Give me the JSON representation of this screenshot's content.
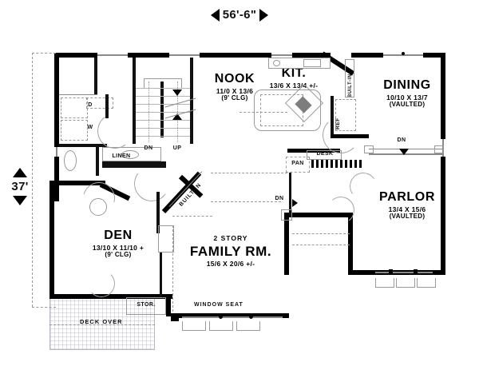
{
  "plan": {
    "overall_width": "56'-6\"",
    "overall_depth": "37'",
    "rooms": [
      {
        "key": "nook",
        "name": "NOOK",
        "dims": "11/0  X  13/6",
        "note": "(9'  CLG)"
      },
      {
        "key": "kit",
        "name": "KIT.",
        "dims": "13/6  X  13/4  +/-",
        "note": ""
      },
      {
        "key": "dining",
        "name": "DINING",
        "dims": "10/10  X  13/7",
        "note": "(VAULTED)"
      },
      {
        "key": "parlor",
        "name": "PARLOR",
        "dims": "13/4  X  15/6",
        "note": "(VAULTED)"
      },
      {
        "key": "den",
        "name": "DEN",
        "dims": "13/10  X  11/10  +",
        "note": "(9'  CLG)"
      },
      {
        "key": "family",
        "name": "FAMILY RM.",
        "dims": "15/6  X  20/6  +/-",
        "note": "",
        "prefix": "2 STORY"
      }
    ],
    "tags": {
      "stair_down": "DN",
      "stair_up": "UP",
      "hall_down": "DN",
      "dining_down": "DN",
      "washer": "W",
      "dryer": "D",
      "linen": "LINEN",
      "ref": "REF",
      "pan": "PAN",
      "desk": "DESK",
      "built_in_hall": "BUILT-IN",
      "built_in_dining": "BUILT-IN",
      "storage": "STOR.",
      "window_seat": "WINDOW SEAT",
      "deck_over": "DECK  OVER"
    }
  }
}
